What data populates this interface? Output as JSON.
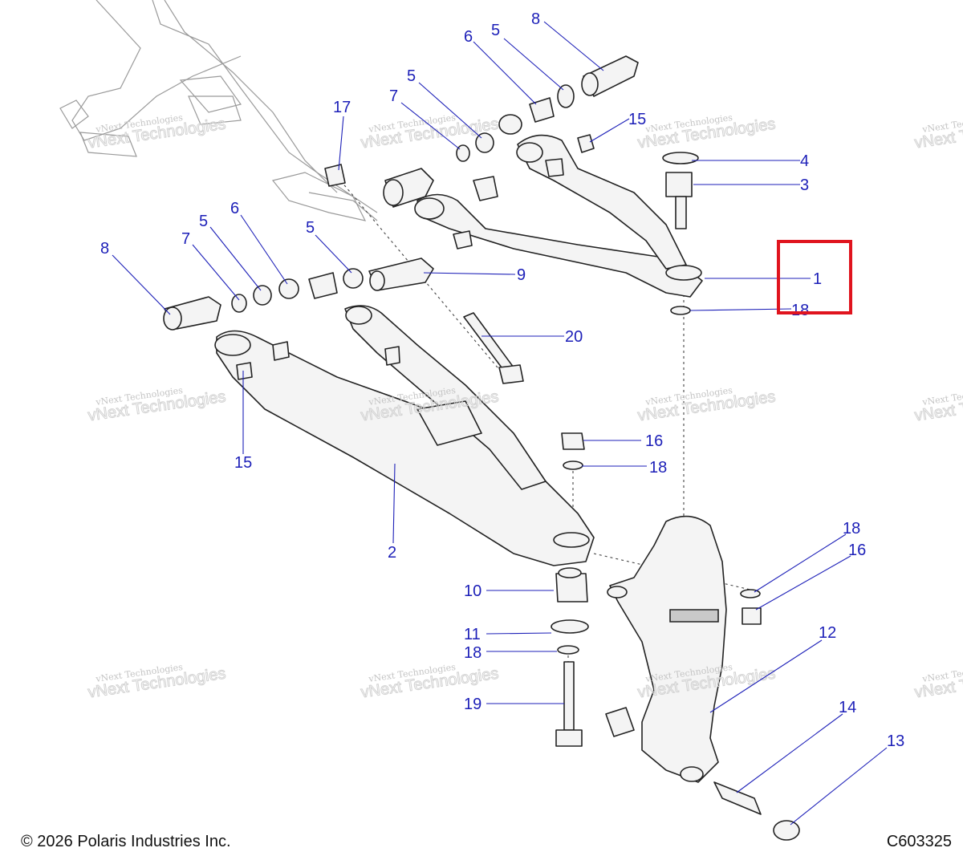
{
  "footer": {
    "copyright": "© 2026 Polaris Industries Inc.",
    "drawing_code": "C603325"
  },
  "watermark": {
    "line1": "vNext Technologies",
    "line2": "vNext Technologies"
  },
  "callouts": [
    {
      "id": "c8a",
      "label": "8"
    },
    {
      "id": "c6a",
      "label": "6"
    },
    {
      "id": "c5a",
      "label": "5"
    },
    {
      "id": "c5b",
      "label": "5"
    },
    {
      "id": "c7a",
      "label": "7"
    },
    {
      "id": "c17",
      "label": "17"
    },
    {
      "id": "c15a",
      "label": "15"
    },
    {
      "id": "c4",
      "label": "4"
    },
    {
      "id": "c3",
      "label": "3"
    },
    {
      "id": "c1",
      "label": "1"
    },
    {
      "id": "c18a",
      "label": "18"
    },
    {
      "id": "c8b",
      "label": "8"
    },
    {
      "id": "c7b",
      "label": "7"
    },
    {
      "id": "c5c",
      "label": "5"
    },
    {
      "id": "c6b",
      "label": "6"
    },
    {
      "id": "c5d",
      "label": "5"
    },
    {
      "id": "c9",
      "label": "9"
    },
    {
      "id": "c20",
      "label": "20"
    },
    {
      "id": "c15b",
      "label": "15"
    },
    {
      "id": "c16a",
      "label": "16"
    },
    {
      "id": "c18b",
      "label": "18"
    },
    {
      "id": "c2",
      "label": "2"
    },
    {
      "id": "c18c",
      "label": "18"
    },
    {
      "id": "c16b",
      "label": "16"
    },
    {
      "id": "c12",
      "label": "12"
    },
    {
      "id": "c10",
      "label": "10"
    },
    {
      "id": "c11",
      "label": "11"
    },
    {
      "id": "c18d",
      "label": "18"
    },
    {
      "id": "c19",
      "label": "19"
    },
    {
      "id": "c14",
      "label": "14"
    },
    {
      "id": "c13",
      "label": "13"
    }
  ],
  "colors": {
    "callout": "#1c1fb8",
    "highlight": "#e0141e"
  }
}
